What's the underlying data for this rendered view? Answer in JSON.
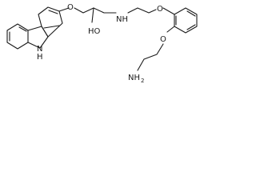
{
  "molecule": {
    "labels": {
      "carbazole_nh": "N",
      "carbazole_h": "H",
      "ether_o1": "O",
      "hydroxyl": "HO",
      "amine_nh": "NH",
      "ether_o2": "O",
      "ether_o3": "O",
      "terminal_amine_n": "NH",
      "terminal_amine_sub": "2"
    }
  }
}
